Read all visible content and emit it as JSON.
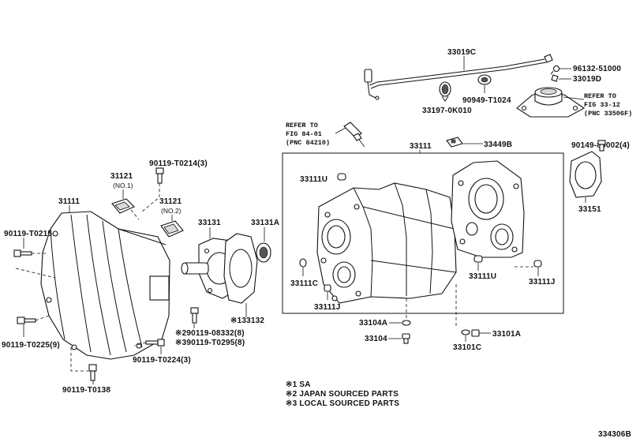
{
  "diagram_id": "334306B",
  "labels": {
    "p33019C": "33019C",
    "p96132": "96132-51000",
    "p33019D": "33019D",
    "p90949": "90949-T1024",
    "p33197": "33197-0K010",
    "refer_fig33_l1": "REFER TO",
    "refer_fig33_l2": "FIG 33-12",
    "refer_fig33_l3": "(PNC 33506F)",
    "refer_fig84_l1": "REFER TO",
    "refer_fig84_l2": "FIG 84-01",
    "refer_fig84_l3": "(PNC 84210)",
    "p33111": "33111",
    "p33449B": "33449B",
    "p90149": "90149-80002(4)",
    "p33151": "33151",
    "p33111U_top": "33111U",
    "p33111U_right": "33111U",
    "p33111J_right": "33111J",
    "p33111C": "33111C",
    "p33111J_left": "33111J",
    "p33104A": "33104A",
    "p33104": "33104",
    "p33101C": "33101C",
    "p33101A": "33101A",
    "p31111": "31111",
    "p90119_T0214": "90119-T0214(3)",
    "p31121_1": "31121",
    "p31121_1_sub": "(NO.1)",
    "p31121_2": "31121",
    "p31121_2_sub": "(NO.2)",
    "p33131": "33131",
    "p33131A": "33131A",
    "p90119_T0215": "90119-T0215",
    "p33132": "※133132",
    "p90119_08332": "※290119-08332(8)",
    "p90119_T0295": "※390119-T0295(8)",
    "p90119_T0225": "90119-T0225(9)",
    "p90119_T0224": "90119-T0224(3)",
    "p90119_T0138": "90119-T0138"
  },
  "legend": [
    "※1 SA",
    "※2 JAPAN SOURCED PARTS",
    "※3 LOCAL SOURCED PARTS"
  ]
}
